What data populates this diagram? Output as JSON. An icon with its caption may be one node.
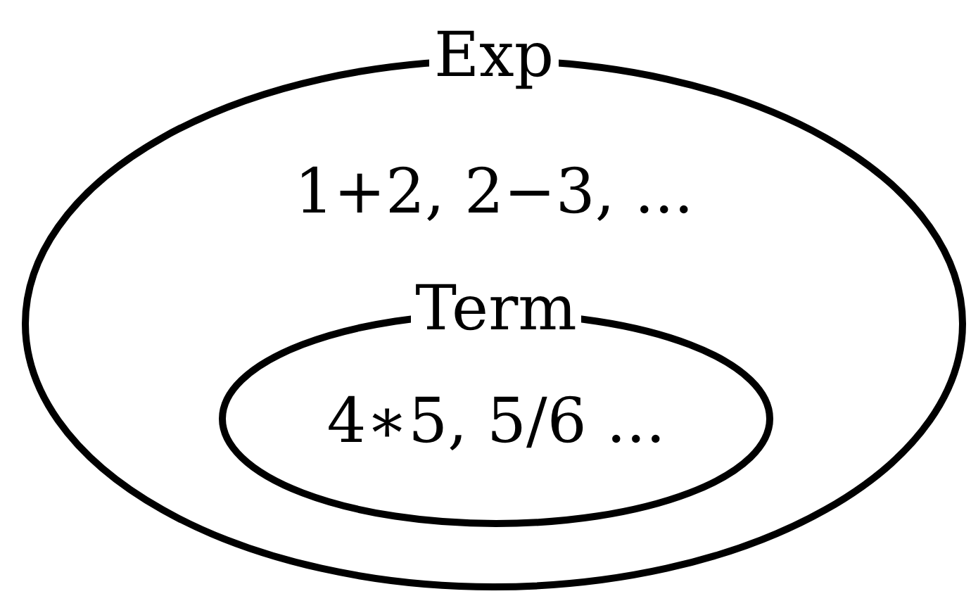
{
  "diagram": {
    "nodes": [
      {
        "text": [
          "Exp",
          "1+2, 2−3, ..."
        ]
      },
      {
        "text": [
          "Term",
          "4∗5, 5/6 ..."
        ],
        "in": 0
      }
    ]
  }
}
